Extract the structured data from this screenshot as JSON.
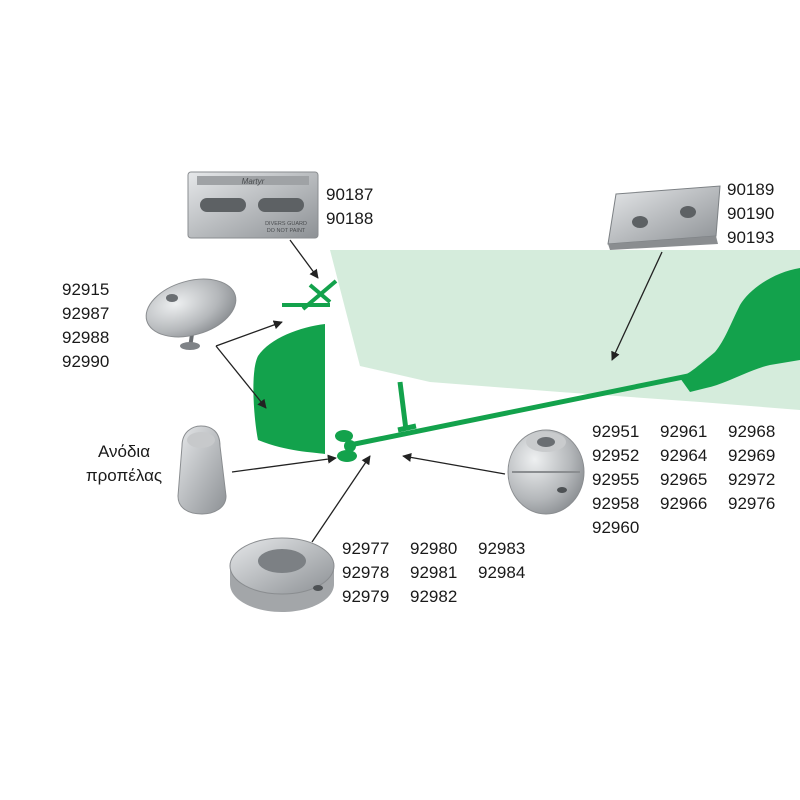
{
  "colors": {
    "hull": "#d5ecdc",
    "green": "#13a24c",
    "zinc_light": "#d4d6d8",
    "zinc_mid": "#a9acaf",
    "zinc_dark": "#7c8084",
    "arrow": "#222222"
  },
  "parts": {
    "plate_top": {
      "codes": [
        "90187",
        "90188"
      ],
      "stamp": [
        "DIVERS GUARD",
        "DO NOT PAINT"
      ],
      "brand": "Martyr"
    },
    "plate_right": {
      "codes": [
        "90189",
        "90190",
        "90193"
      ]
    },
    "disc": {
      "codes": [
        "92915",
        "92987",
        "92988",
        "92990"
      ]
    },
    "propeller": {
      "caption": [
        "Ανόδια",
        "προπέλας"
      ]
    },
    "collar": {
      "codes": [
        "92977",
        "92978",
        "92979",
        "92980",
        "92981",
        "92982",
        "92983",
        "92984"
      ]
    },
    "barrel": {
      "codes": [
        "92951",
        "92952",
        "92955",
        "92958",
        "92960",
        "92961",
        "92964",
        "92965",
        "92966",
        "92968",
        "92969",
        "92972",
        "92976"
      ]
    }
  }
}
